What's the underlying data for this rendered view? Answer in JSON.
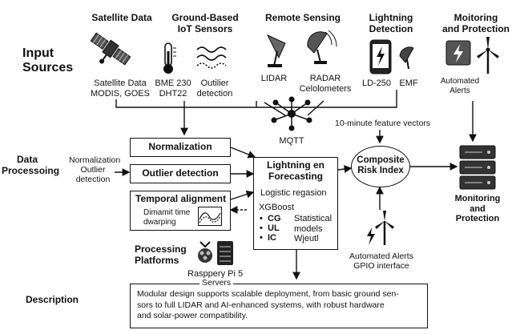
{
  "row_labels": {
    "input_sources": "Input\nSources",
    "data_processing": "Data\nProcessoing",
    "processing_platforms": "Processing\nPlatforms",
    "description": "Description"
  },
  "sources": {
    "satellite": {
      "title": "Satellite Data",
      "caption": "Satellite Data\nMODIS, GOES",
      "icon": "satellite-icon"
    },
    "iot": {
      "title": "Ground-Based\nIoT Sensors",
      "sensor1": "BME 230\nDHT22",
      "sensor2": "Outilier\ndetection",
      "icons": [
        "thermometer-icon",
        "wave-sensor-icon"
      ]
    },
    "remote": {
      "title": "Remote Sensing",
      "lidar": "LIDAR",
      "radar": "RADAR\nCelolometers",
      "icons": [
        "lidar-icon",
        "radar-dish-icon"
      ]
    },
    "lightning": {
      "title": "Lightning\nDetection",
      "ld": "LD-250",
      "emf": "EMF",
      "icons": [
        "phone-lightning-icon",
        "antenna-icon"
      ]
    },
    "monitoring": {
      "title": "Moitoring\nand Protection",
      "caption": "Automated\nAlerts",
      "icons": [
        "alert-panel-icon",
        "wind-turbine-icon"
      ]
    }
  },
  "mqtt": {
    "label": "MQTT",
    "icon": "network-hub-icon"
  },
  "processing": {
    "side_label": "Normalization\nOutlier\ndetection",
    "normalization": "Normalization",
    "outlier": "Outlier detection",
    "temporal_title": "Temporal alignment",
    "temporal_sub": "Dimamit time\ndwarping",
    "feature_vectors": "10-minute feature vectors"
  },
  "forecast": {
    "title": "Lightning en\nForecasting",
    "regression": "Logistic regasion",
    "xgboost": "XGBoost",
    "items": [
      "CG",
      "UL",
      "IC"
    ],
    "stat": "Statistical\nmodels\nWjeutl"
  },
  "risk": {
    "label": "Composite\nRisk Index"
  },
  "monitor_out": {
    "label": "Monitoring\nand\nProtection",
    "icon": "server-stack-icon"
  },
  "alerts_gpio": {
    "label": "Automated Alerts\nGPIO interface",
    "icon": "turbine-lightning-icon"
  },
  "platforms": {
    "rpi": "Rasppery Pi 5",
    "servers": "Servers",
    "icons": [
      "raspberry-pi-icon",
      "server-icon"
    ]
  },
  "description": {
    "text": "Modular design supports scalable deployment, from basic ground sen-\nsors to full LIDAR and AI-enhanced systems, with robust hardware\nand solar-power compatibility."
  }
}
